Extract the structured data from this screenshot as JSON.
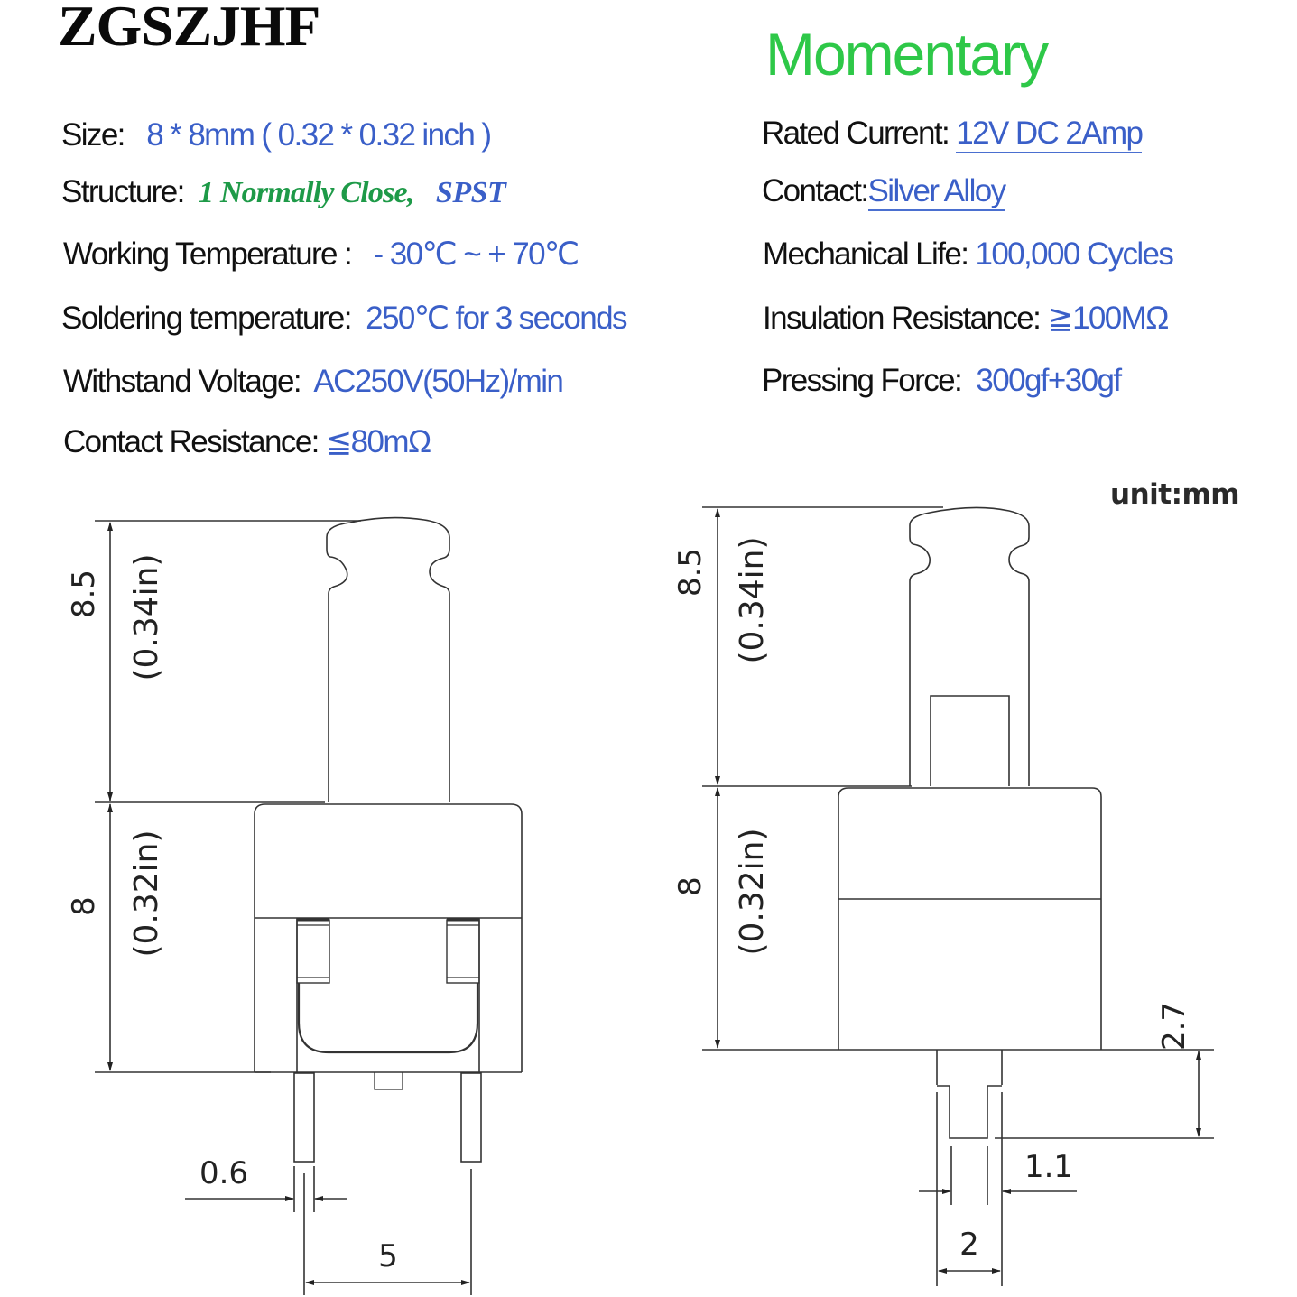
{
  "brand": "ZGSZJHF",
  "title": "Momentary",
  "specs_left": [
    {
      "label": "Size:",
      "value": "8 * 8mm ( 0.32 * 0.32 inch )"
    },
    {
      "label": "Structure:",
      "value_green": "1 Normally Close,",
      "value_blue": "SPST"
    },
    {
      "label": "Working Temperature :",
      "value": "- 30℃ ~ + 70℃"
    },
    {
      "label": "Soldering temperature:",
      "value": "250℃ for 3 seconds"
    },
    {
      "label": "Withstand Voltage:",
      "value": "AC250V(50Hz)/min"
    },
    {
      "label": "Contact Resistance:",
      "value": "≦80mΩ"
    }
  ],
  "specs_right": [
    {
      "label": "Rated  Current:",
      "value": "12V DC  2Amp"
    },
    {
      "label": "Contact:",
      "value": "Silver  Alloy"
    },
    {
      "label": "Mechanical Life:",
      "value": "100,000 Cycles"
    },
    {
      "label": "Insulation Resistance:",
      "value": "≧100MΩ"
    },
    {
      "label": "Pressing Force:",
      "value": "300gf+30gf"
    }
  ],
  "unit_label": "unit:mm",
  "front_view": {
    "dim_plunger_height": "8.5",
    "dim_plunger_height_in": "(0.34in)",
    "dim_body_height": "8",
    "dim_body_height_in": "(0.32in)",
    "dim_pin_width": "0.6",
    "dim_pin_spacing": "5"
  },
  "side_view": {
    "dim_plunger_height": "8.5",
    "dim_plunger_height_in": "(0.34in)",
    "dim_body_height": "8",
    "dim_body_height_in": "(0.32in)",
    "dim_pin_length": "2.7",
    "dim_pin_inner": "1.1",
    "dim_pin_outer": "2"
  },
  "colors": {
    "title_green": "#2ec848",
    "value_blue": "#3a5fc8",
    "structure_green": "#1e9a48",
    "label_black": "#111111"
  }
}
